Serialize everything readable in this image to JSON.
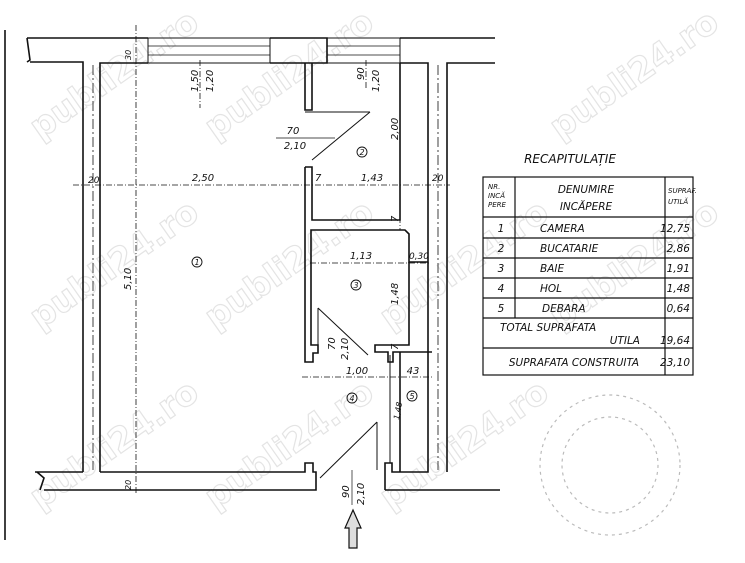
{
  "plan": {
    "room_numbers": [
      "1",
      "2",
      "3",
      "4",
      "5"
    ],
    "dimensions": {
      "top_wall": "30",
      "window1_width": "1,50",
      "window1_height": "1,20",
      "window2_width": "90",
      "window2_height": "1,20",
      "door_kitchen_width": "70",
      "door_kitchen_height": "2,10",
      "kitchen_depth": "2,00",
      "left_wall": "20",
      "room1_width": "2,50",
      "partition1": "7",
      "kitchen_width": "1,43",
      "right_wall": "20",
      "partition2": "7",
      "bath_width": "1,13",
      "bath_offset": "0,30",
      "bath_depth": "1,48",
      "door_bath_width": "70",
      "door_bath_height": "2,10",
      "partition3": "7",
      "hall_width": "1,00",
      "storage_width": "43",
      "room1_depth": "5,10",
      "storage_depth": "1,48",
      "entry_door_width": "90",
      "entry_door_height": "2,10",
      "bottom_wall": "20"
    }
  },
  "summary": {
    "title": "RECAPITULAȚIE",
    "headers": {
      "nr": [
        "NR.",
        "INCĂ",
        "PERE"
      ],
      "name": [
        "DENUMIRE",
        "INCĂPERE"
      ],
      "area": [
        "SUPRAF.",
        "UTILĂ"
      ]
    },
    "rows": [
      {
        "nr": "1",
        "name": "CAMERA",
        "area": "12,75"
      },
      {
        "nr": "2",
        "name": "BUCATARIE",
        "area": "2,86"
      },
      {
        "nr": "3",
        "name": "BAIE",
        "area": "1,91"
      },
      {
        "nr": "4",
        "name": "HOL",
        "area": "1,48"
      },
      {
        "nr": "5",
        "name": "DEBARA",
        "area": "0,64"
      }
    ],
    "total_label": [
      "TOTAL SUPRAFATA",
      "UTILA"
    ],
    "total_value": "19,64",
    "built_label": "SUPRAFATA CONSTRUITA",
    "built_value": "23,10"
  },
  "watermark": "publi24.ro"
}
